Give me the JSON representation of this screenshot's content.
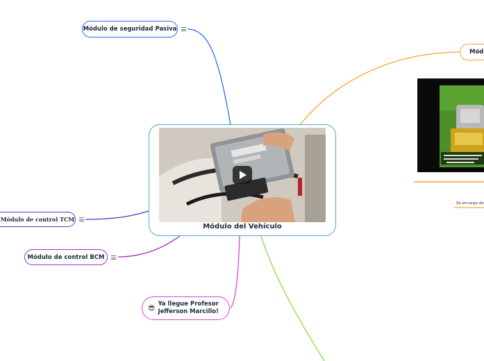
{
  "central": {
    "title": "Módulo del Vehículo",
    "media": "video"
  },
  "nodes": {
    "seguridad": {
      "label": "Módulo de seguridad Pasiva",
      "color": "#2a6ff0"
    },
    "tcm": {
      "label": "Módulo de control TCM",
      "color": "#5a2fd0"
    },
    "bcm": {
      "label": "Módulo de control BCM",
      "color": "#a02fd0"
    },
    "profesor": {
      "emoji": "😎",
      "line1": "Ya llegue Profesor",
      "line2": "Jefferson Marcillo!",
      "color": "#e63fd2"
    },
    "right_top": {
      "label": "Módu",
      "color": "#f5a623"
    }
  },
  "right_media": {
    "media": "video",
    "caption": "Se encarga de"
  },
  "branch_colors": {
    "orange": "#f5a623",
    "green": "#7ee03a",
    "blue": "#2a6ff0",
    "purple": "#5a2fd0",
    "violet": "#a02fd0",
    "pink": "#e63fd2"
  }
}
